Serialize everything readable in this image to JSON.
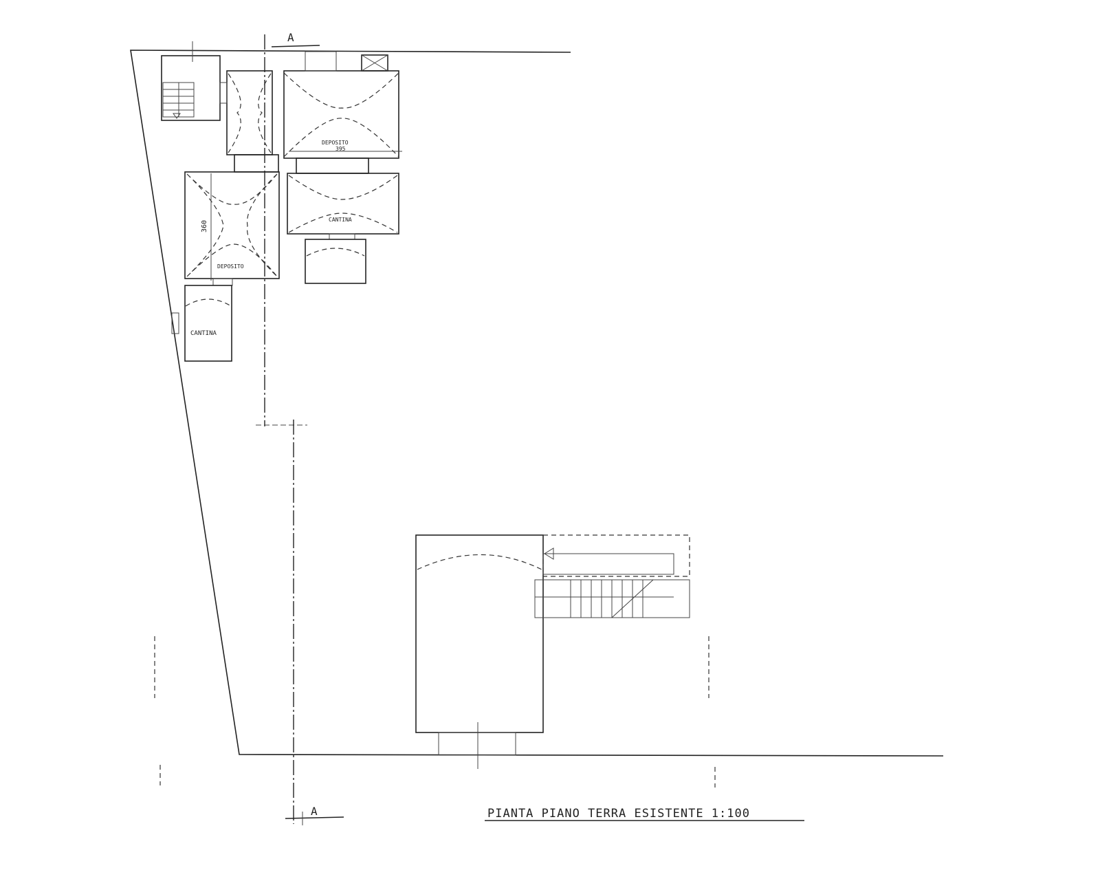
{
  "section_marker_top": "A",
  "section_marker_bottom": "A",
  "rooms": {
    "deposito_top": {
      "label": "DEPOSITO",
      "dimension": "395"
    },
    "cantina_right": {
      "label": "CANTINA"
    },
    "deposito_left": {
      "label": "DEPOSITO",
      "dimension": "360"
    },
    "cantina_left": {
      "label": "CANTINA"
    }
  },
  "title": "PIANTA PIANO TERRA ESISTENTE 1:100"
}
